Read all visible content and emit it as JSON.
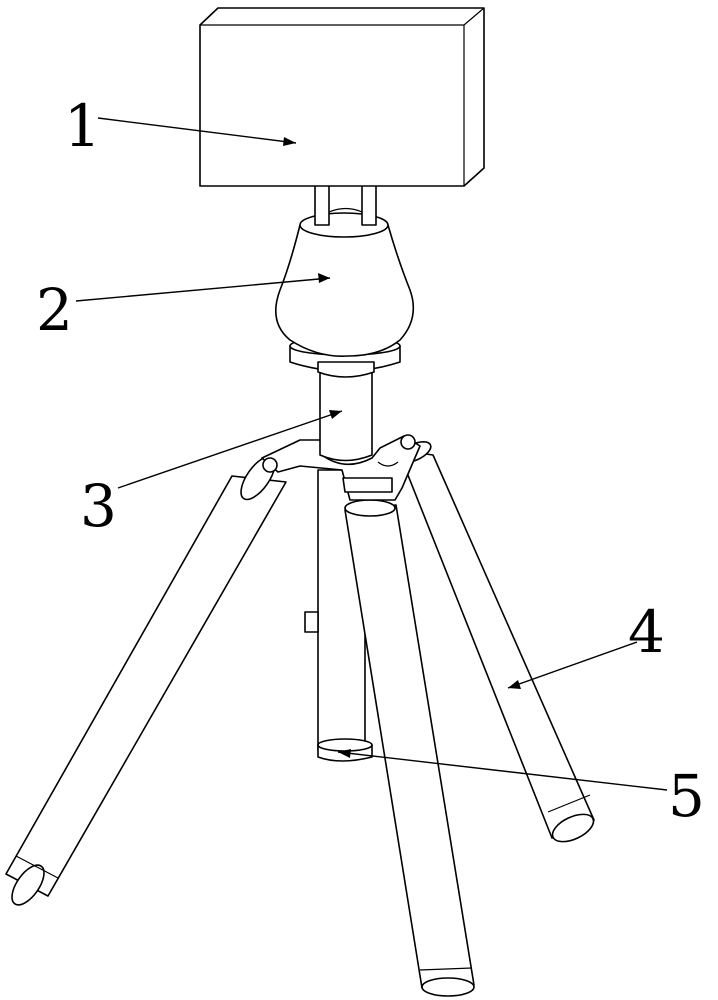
{
  "labels": {
    "camera_box": "1",
    "ball_head": "2",
    "center_column": "3",
    "tripod_leg": "4",
    "column_foot": "5"
  }
}
